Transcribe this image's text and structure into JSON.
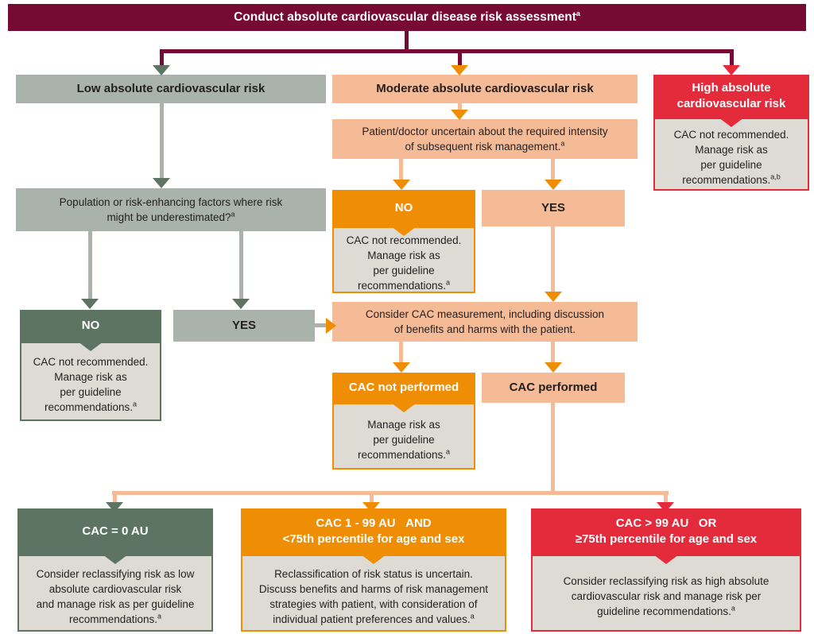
{
  "palette": {
    "maroon": "#760a33",
    "red": "#e32b3c",
    "orange": "#ef8d05",
    "peach": "#f5ba96",
    "sage": "#a9b2ab",
    "green": "#5d7463",
    "body_gray": "#dddbd3",
    "text_dark": "#231f20",
    "white": "#ffffff"
  },
  "banner": {
    "text": "Conduct absolute cardiovascular disease risk assessment",
    "sup": "a"
  },
  "low": {
    "header": "Low absolute cardiovascular risk",
    "question": {
      "text": "Population or risk-enhancing factors where risk\nmight be underestimated?",
      "sup": "a"
    },
    "no": {
      "label": "NO",
      "body": {
        "text": "CAC not recommended.\nManage risk as\nper guideline\nrecommendations.",
        "sup": "a"
      }
    },
    "yes": {
      "label": "YES"
    }
  },
  "moderate": {
    "header": "Moderate absolute cardiovascular risk",
    "question": {
      "text": "Patient/doctor uncertain about the required intensity\nof subsequent risk management.",
      "sup": "a"
    },
    "no": {
      "label": "NO",
      "body": {
        "text": "CAC not recommended.\nManage risk as\nper guideline\nrecommendations.",
        "sup": "a"
      }
    },
    "yes": {
      "label": "YES"
    },
    "consider": {
      "text": "Consider CAC measurement, including discussion\nof benefits and harms with the patient."
    },
    "not_performed": {
      "label": "CAC not performed",
      "body": {
        "text": "Manage risk as\nper guideline\nrecommendations.",
        "sup": "a"
      }
    },
    "performed": {
      "label": "CAC performed"
    }
  },
  "high": {
    "header": "High absolute\ncardiovascular risk",
    "body": {
      "text": "CAC not recommended.\nManage risk as\nper guideline\nrecommendations.",
      "sup": "a,b"
    }
  },
  "outcomes": {
    "zero": {
      "header": "CAC = 0 AU",
      "body": {
        "text": "Consider reclassifying risk as low\nabsolute cardiovascular risk\nand manage risk as per guideline\nrecommendations.",
        "sup": "a"
      }
    },
    "mid": {
      "header": "CAC 1 - 99 AU   AND\n<75th percentile for age and sex",
      "body": {
        "text": "Reclassification of risk status is uncertain.\nDiscuss benefits and harms of risk management\nstrategies with patient, with consideration of\nindividual patient preferences and values.",
        "sup": "a"
      }
    },
    "high": {
      "header": "CAC > 99 AU   OR\n≥75th percentile for age and sex",
      "body": {
        "text": "Consider reclassifying risk as high absolute\ncardiovascular risk and manage risk per\nguideline recommendations.",
        "sup": "a"
      }
    }
  }
}
